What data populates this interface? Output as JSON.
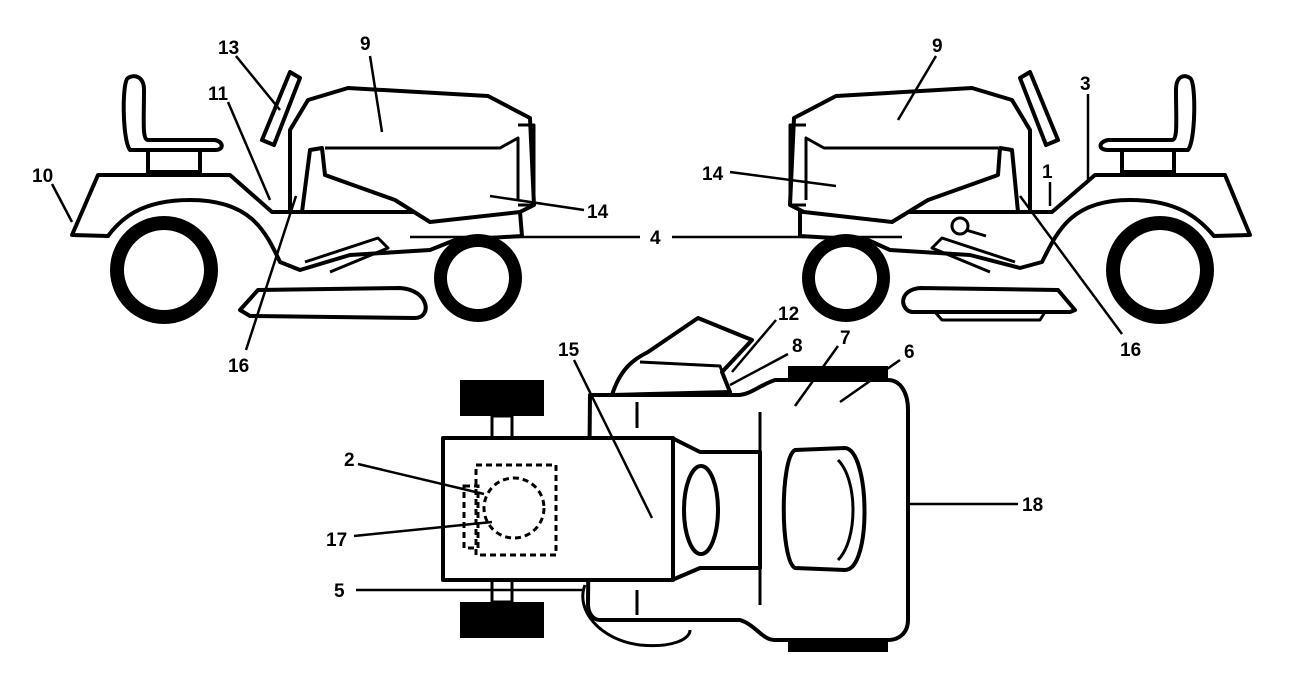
{
  "diagram": {
    "callouts": {
      "c1": "1",
      "c2": "2",
      "c3": "3",
      "c4": "4",
      "c5": "5",
      "c6": "6",
      "c7": "7",
      "c8": "8",
      "c9a": "9",
      "c9b": "9",
      "c10": "10",
      "c11": "11",
      "c12": "12",
      "c13": "13",
      "c14a": "14",
      "c14b": "14",
      "c15": "15",
      "c16a": "16",
      "c16b": "16",
      "c17": "17",
      "c18": "18"
    },
    "colors": {
      "line": "#000000",
      "background": "#ffffff"
    }
  }
}
